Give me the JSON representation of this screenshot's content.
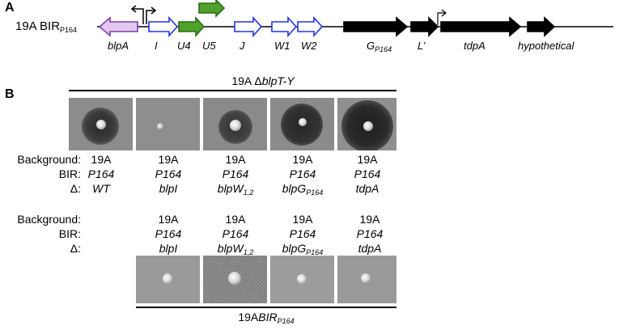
{
  "panel_a": {
    "letter": "A",
    "construct": {
      "base": "19A BIR",
      "sub": "P164"
    },
    "genes": [
      {
        "id": "blpA",
        "label": "blpA",
        "label_sub": "",
        "color": "#e3c8ee",
        "stroke": "#7b3fa8"
      },
      {
        "id": "I",
        "label": "I",
        "label_sub": "",
        "color": "#ffffff",
        "stroke": "#2233dd"
      },
      {
        "id": "U4",
        "label": "U4",
        "label_sub": "",
        "color": "#4fa02c",
        "stroke": "#2a6f14"
      },
      {
        "id": "U5",
        "label": "U5",
        "label_sub": "",
        "color": "#4fa02c",
        "stroke": "#2a6f14"
      },
      {
        "id": "J",
        "label": "J",
        "label_sub": "",
        "color": "#ffffff",
        "stroke": "#2233dd"
      },
      {
        "id": "W1",
        "label": "W1",
        "label_sub": "",
        "color": "#ffffff",
        "stroke": "#2233dd"
      },
      {
        "id": "W2",
        "label": "W2",
        "label_sub": "",
        "color": "#ffffff",
        "stroke": "#2233dd"
      },
      {
        "id": "G",
        "label": "G",
        "label_sub": "P164",
        "color": "#000000",
        "stroke": "#000000"
      },
      {
        "id": "L",
        "label": "L’",
        "label_sub": "",
        "color": "#000000",
        "stroke": "#000000"
      },
      {
        "id": "tdpA",
        "label": "tdpA",
        "label_sub": "",
        "color": "#000000",
        "stroke": "#000000"
      },
      {
        "id": "hyp",
        "label": "hypothetical",
        "label_sub": "",
        "color": "#000000",
        "stroke": "#000000"
      }
    ]
  },
  "panel_b": {
    "letter": "B",
    "top_bar": {
      "text": "19A Δ",
      "italic": "blpT-Y"
    },
    "row_labels": {
      "background": "Background:",
      "bir": "BIR:",
      "delta": "Δ:"
    },
    "top_columns": [
      {
        "background": "19A",
        "bir": "P164",
        "delta": "WT",
        "delta_sub": ""
      },
      {
        "background": "19A",
        "bir": "P164",
        "delta": "blpI",
        "delta_sub": ""
      },
      {
        "background": "19A",
        "bir": "P164",
        "delta": "blpW",
        "delta_sub": "1,2"
      },
      {
        "background": "19A",
        "bir": "P164",
        "delta": "blpG",
        "delta_sub": "P164"
      },
      {
        "background": "19A",
        "bir": "P164",
        "delta": "tdpA",
        "delta_sub": ""
      }
    ],
    "bottom_columns": [
      {
        "background": "19A",
        "bir": "P164",
        "delta": "blpI",
        "delta_sub": ""
      },
      {
        "background": "19A",
        "bir": "P164",
        "delta": "blpW",
        "delta_sub": "1,2"
      },
      {
        "background": "19A",
        "bir": "P164",
        "delta": "blpG",
        "delta_sub": "P164"
      },
      {
        "background": "19A",
        "bir": "P164",
        "delta": "tdpA",
        "delta_sub": ""
      }
    ],
    "bottom_bar": {
      "text": "19A",
      "italic": "BIR",
      "sub": "P164"
    }
  }
}
